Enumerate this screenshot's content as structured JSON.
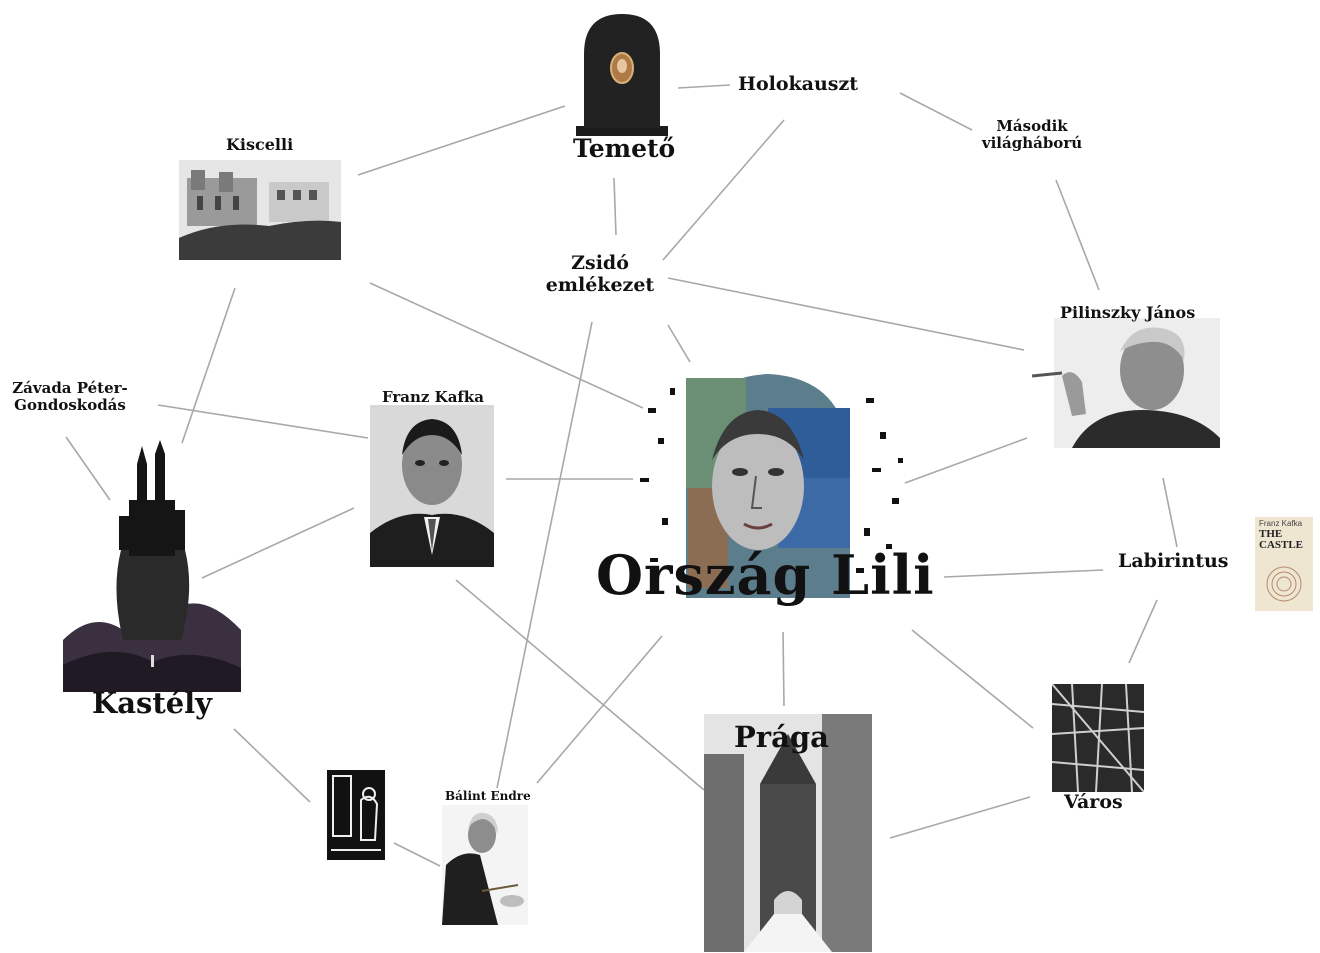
{
  "center": {
    "title": "Ország Lili"
  },
  "nodes": {
    "holokauszt": "Holokauszt",
    "temeto": "Temető",
    "masodik_line1": "Második",
    "masodik_line2": "világháború",
    "kiscelli": "Kiscelli",
    "zsido_line1": "Zsidó",
    "zsido_line2": "emlékezet",
    "pilinszky": "Pilinszky János",
    "zavada_line1": "Závada Péter-",
    "zavada_line2": "Gondoskodás",
    "kafka": "Franz Kafka",
    "labirintus": "Labirintus",
    "kastely": "Kastély",
    "praga": "Prága",
    "varos": "Város",
    "balint": "Bálint Endre"
  },
  "book_cover": {
    "author": "Franz Kafka",
    "title_line1": "THE",
    "title_line2": "CASTLE"
  },
  "colors": {
    "edge": "#a8a8a8",
    "text": "#111111",
    "background": "#ffffff"
  }
}
